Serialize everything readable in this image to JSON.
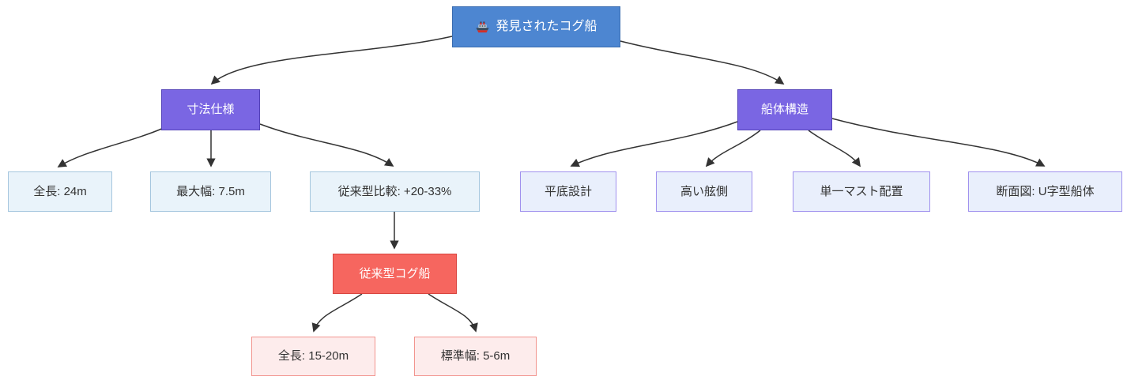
{
  "diagram": {
    "type": "flowchart",
    "orientation": "top-down",
    "nodes": {
      "root": {
        "label": "発見されたコグ船",
        "icon": "ship-icon",
        "role": "root"
      },
      "dimensions": {
        "label": "寸法仕様",
        "role": "branch"
      },
      "length": {
        "label": "全長: 24m",
        "role": "leaf"
      },
      "max_width": {
        "label": "最大幅: 7.5m",
        "role": "leaf"
      },
      "comparison": {
        "label": "従来型比較: +20-33%",
        "role": "leaf"
      },
      "hull": {
        "label": "船体構造",
        "role": "branch"
      },
      "flat_bottom": {
        "label": "平底設計",
        "role": "leaf"
      },
      "high_freeboard": {
        "label": "高い舷側",
        "role": "leaf"
      },
      "single_mast": {
        "label": "単一マスト配置",
        "role": "leaf"
      },
      "cross_section": {
        "label": "断面図: U字型船体",
        "role": "leaf"
      },
      "conventional": {
        "label": "従来型コグ船",
        "role": "sub-branch"
      },
      "conv_length": {
        "label": "全長: 15-20m",
        "role": "leaf"
      },
      "conv_width": {
        "label": "標準幅: 5-6m",
        "role": "leaf"
      }
    },
    "edges": [
      {
        "from": "root",
        "to": "dimensions"
      },
      {
        "from": "root",
        "to": "hull"
      },
      {
        "from": "dimensions",
        "to": "length"
      },
      {
        "from": "dimensions",
        "to": "max_width"
      },
      {
        "from": "dimensions",
        "to": "comparison"
      },
      {
        "from": "hull",
        "to": "flat_bottom"
      },
      {
        "from": "hull",
        "to": "high_freeboard"
      },
      {
        "from": "hull",
        "to": "single_mast"
      },
      {
        "from": "hull",
        "to": "cross_section"
      },
      {
        "from": "comparison",
        "to": "conventional"
      },
      {
        "from": "conventional",
        "to": "conv_length"
      },
      {
        "from": "conventional",
        "to": "conv_width"
      }
    ],
    "colors": {
      "root_fill": "#4d86d1",
      "root_border": "#3a6cb0",
      "branch_fill": "#7a66e3",
      "branch_border": "#5443b8",
      "leaf_blue_fill": "#e9f3fa",
      "leaf_blue_border": "#a5c6de",
      "leaf_lavender_fill": "#e9effc",
      "leaf_lavender_border": "#a091ee",
      "red_fill": "#f6665f",
      "red_border": "#d8443e",
      "leaf_pink_fill": "#fdecec",
      "leaf_pink_border": "#f2948e",
      "edge_color": "#333333",
      "text_on_color": "#ffffff",
      "text_on_light": "#333333"
    }
  }
}
